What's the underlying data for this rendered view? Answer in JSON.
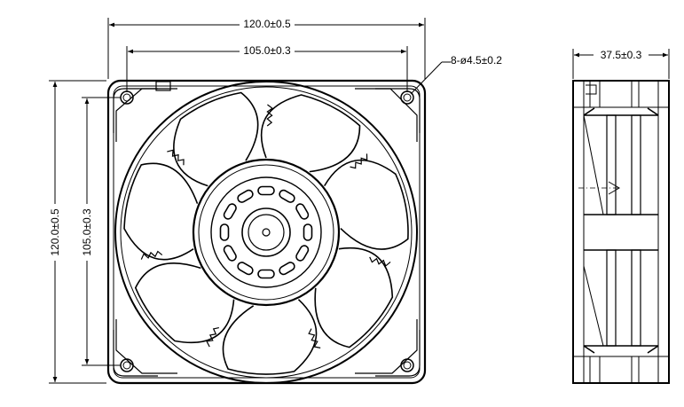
{
  "drawing": {
    "front_view": {
      "overall_width": "120.0±0.5",
      "hole_spacing_width": "105.0±0.3",
      "mounting_holes": "8-ø4.5±0.2",
      "overall_height": "120.0±0.5",
      "hole_spacing_height": "105.0±0.3",
      "blade_count": 7
    },
    "side_view": {
      "depth": "37.5±0.3"
    }
  }
}
